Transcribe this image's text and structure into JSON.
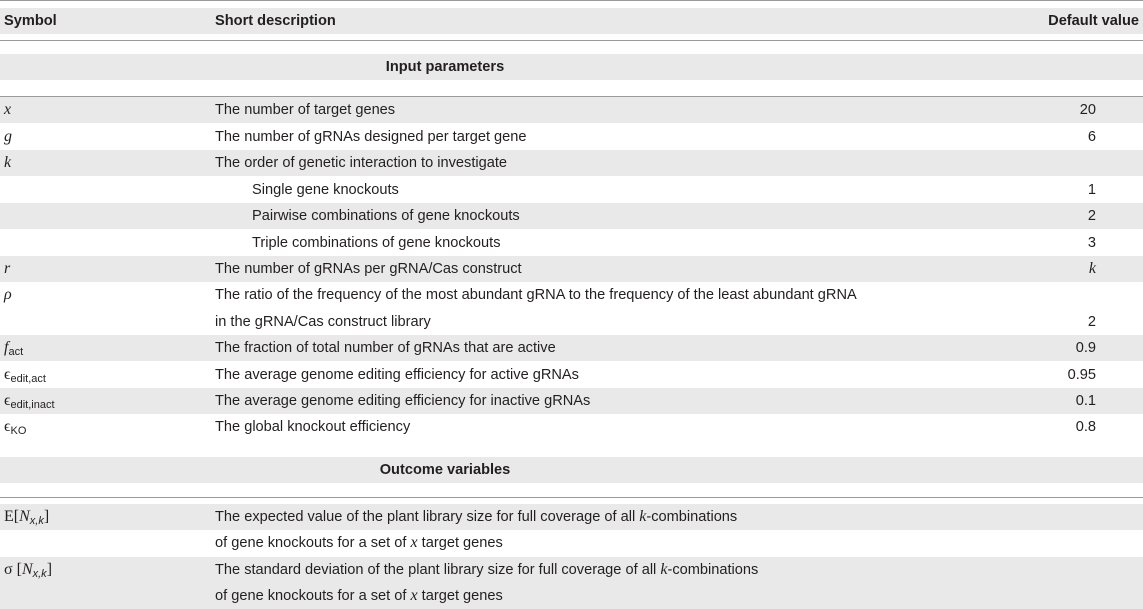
{
  "headers": {
    "symbol": "Symbol",
    "description": "Short description",
    "default": "Default value"
  },
  "sections": {
    "input": "Input parameters",
    "outcome": "Outcome variables"
  },
  "rows": {
    "x": {
      "symbol": "x",
      "description": "The number of target genes",
      "value": "20"
    },
    "g": {
      "symbol": "g",
      "description": "The number of gRNAs designed per target gene",
      "value": "6"
    },
    "k": {
      "symbol": "k",
      "description": "The order of genetic interaction to investigate",
      "value": ""
    },
    "k1": {
      "description": "Single gene knockouts",
      "value": "1"
    },
    "k2": {
      "description": "Pairwise combinations of gene knockouts",
      "value": "2"
    },
    "k3": {
      "description": "Triple combinations of gene knockouts",
      "value": "3"
    },
    "r": {
      "symbol": "r",
      "description": "The number of gRNAs per gRNA/Cas construct",
      "value": "k"
    },
    "rho": {
      "symbol": "ρ",
      "description_line1": "The ratio of the frequency of the most abundant gRNA to the frequency of the least abundant gRNA",
      "description_line2": "in the gRNA/Cas construct library",
      "value": "2"
    },
    "fact": {
      "symbol": "f",
      "symbol_sub": "act",
      "description": "The fraction of total number of gRNAs that are active",
      "value": "0.9"
    },
    "eact": {
      "symbol": "ϵ",
      "symbol_sub": "edit,act",
      "description": "The average genome editing efficiency for active gRNAs",
      "value": "0.95"
    },
    "einact": {
      "symbol": "ϵ",
      "symbol_sub": "edit,inact",
      "description": "The average genome editing efficiency for inactive gRNAs",
      "value": "0.1"
    },
    "eko": {
      "symbol": "ϵ",
      "symbol_sub": "KO",
      "description": "The global knockout efficiency",
      "value": "0.8"
    },
    "EN": {
      "symbol_prefix": "E[",
      "symbol_var": "N",
      "symbol_sub": "x,k",
      "symbol_suffix": "]",
      "line1_a": "The expected value of the plant library size for full coverage of all ",
      "line1_var": "k",
      "line1_b": "-combinations",
      "line2_a": "of gene knockouts for a set of ",
      "line2_var": "x",
      "line2_b": " target genes"
    },
    "sigmaN": {
      "symbol_prefix": "σ [",
      "symbol_var": "N",
      "symbol_sub": "x,k",
      "symbol_suffix": "]",
      "line1_a": "The standard deviation of the plant library size for full coverage of all ",
      "line1_var": "k",
      "line1_b": "-combinations",
      "line2_a": "of gene knockouts for a set of ",
      "line2_var": "x",
      "line2_b": " target genes"
    }
  }
}
